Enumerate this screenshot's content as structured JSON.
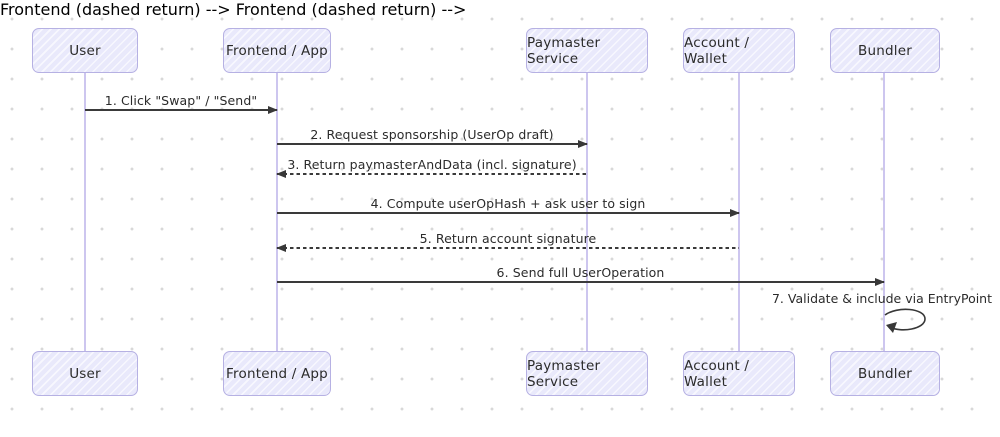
{
  "diagram": {
    "type": "sequence",
    "actors": [
      {
        "name": "user",
        "label": "User"
      },
      {
        "name": "frontend",
        "label": "Frontend / App"
      },
      {
        "name": "paymaster",
        "label": "Paymaster Service"
      },
      {
        "name": "account",
        "label": "Account / Wallet"
      },
      {
        "name": "bundler",
        "label": "Bundler"
      }
    ],
    "messages": [
      {
        "seq": 1,
        "label": "1. Click \"Swap\" / \"Send\"",
        "from": "User",
        "to": "Frontend / App",
        "line": "solid"
      },
      {
        "seq": 2,
        "label": "2. Request sponsorship (UserOp draft)",
        "from": "Frontend / App",
        "to": "Paymaster Service",
        "line": "solid"
      },
      {
        "seq": 3,
        "label": "3. Return paymasterAndData (incl. signature)",
        "from": "Paymaster Service",
        "to": "Frontend / App",
        "line": "dashed"
      },
      {
        "seq": 4,
        "label": "4. Compute userOpHash + ask user to sign",
        "from": "Frontend / App",
        "to": "Account / Wallet",
        "line": "solid"
      },
      {
        "seq": 5,
        "label": "5. Return account signature",
        "from": "Account / Wallet",
        "to": "Frontend / App",
        "line": "dashed"
      },
      {
        "seq": 6,
        "label": "6. Send full UserOperation",
        "from": "Frontend / App",
        "to": "Bundler",
        "line": "solid"
      },
      {
        "seq": 7,
        "label": "7. Validate & include via EntryPoint",
        "from": "Bundler",
        "to": "Bundler",
        "line": "self-loop"
      }
    ],
    "colors": {
      "background": "#ffffff",
      "grid_dot": "#d8d8d8",
      "actor_fill": "#e9e9fb",
      "actor_border": "#b6b1e3",
      "lifeline": "#cdc6ef",
      "message_line": "#3a3a3a",
      "text": "#2b2b2b"
    }
  }
}
